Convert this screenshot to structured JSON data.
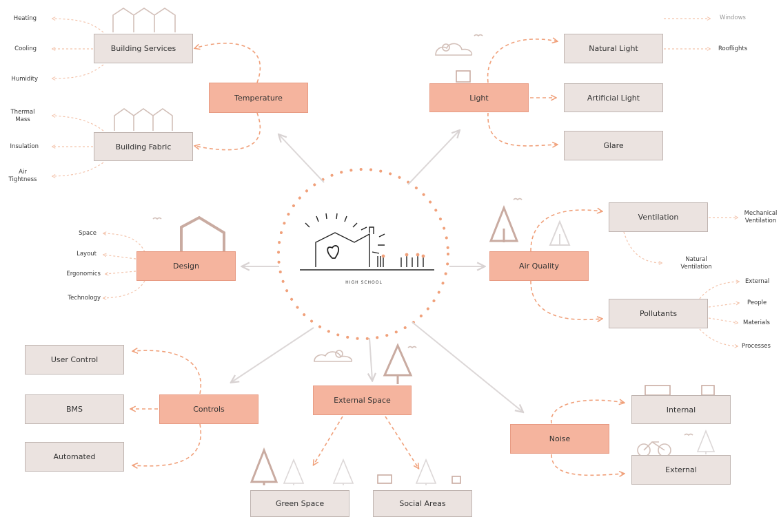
{
  "colors": {
    "primary_fill": "#f5b49e",
    "secondary_fill": "#ebe3e0",
    "dashed_line": "#f0a07a",
    "arrow_line": "#dcd7d7",
    "sketch": "#c9aba1"
  },
  "center": {
    "caption": "HIGH SCHOOL"
  },
  "temperature": {
    "label": "Temperature",
    "services": {
      "label": "Building Services",
      "items": [
        "Heating",
        "Cooling",
        "Humidity"
      ]
    },
    "fabric": {
      "label": "Building Fabric",
      "items": [
        "Thermal\nMass",
        "Insulation",
        "Air\nTightness"
      ]
    }
  },
  "light": {
    "label": "Light",
    "natural": {
      "label": "Natural Light",
      "items": [
        "Windows",
        "Rooflights"
      ]
    },
    "artificial": {
      "label": "Artificial Light"
    },
    "glare": {
      "label": "Glare"
    }
  },
  "design": {
    "label": "Design",
    "items": [
      "Space",
      "Layout",
      "Ergonomics",
      "Technology"
    ]
  },
  "air_quality": {
    "label": "Air Quality",
    "ventilation": {
      "label": "Ventilation",
      "items": [
        "Mechanical\nVentilation",
        "Natural\nVentilation"
      ]
    },
    "pollutants": {
      "label": "Pollutants",
      "items": [
        "External",
        "People",
        "Materials",
        "Processes"
      ]
    }
  },
  "controls": {
    "label": "Controls",
    "items": [
      "User Control",
      "BMS",
      "Automated"
    ]
  },
  "external_space": {
    "label": "External Space",
    "items": [
      "Green Space",
      "Social Areas"
    ]
  },
  "noise": {
    "label": "Noise",
    "items": [
      "Internal",
      "External"
    ]
  }
}
